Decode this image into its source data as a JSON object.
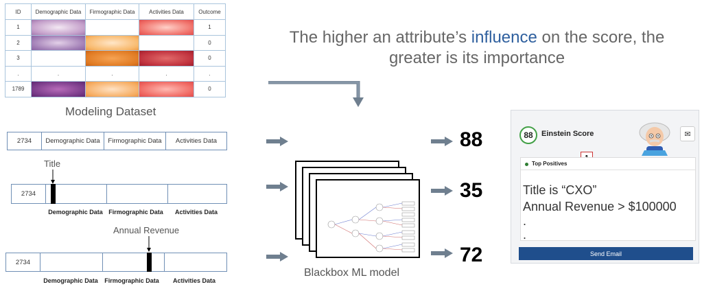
{
  "table": {
    "headers": [
      "ID",
      "Demographic Data",
      "Firmographic Data",
      "Activities Data",
      "Outcome"
    ],
    "rows": [
      {
        "id": "1",
        "demo": "p1",
        "firmo": "",
        "act": "r1",
        "outcome": "1"
      },
      {
        "id": "2",
        "demo": "p2",
        "firmo": "o1",
        "act": "",
        "outcome": "0"
      },
      {
        "id": "3",
        "demo": "",
        "firmo": "o2",
        "act": "r2",
        "outcome": "0"
      },
      {
        "id": ".",
        "demo": ".",
        "firmo": ".",
        "act": ".",
        "outcome": "."
      },
      {
        "id": "1789",
        "demo": "p3",
        "firmo": "o3",
        "act": "r3",
        "outcome": "0"
      }
    ]
  },
  "caption": "Modeling Dataset",
  "record1": {
    "id": "2734",
    "cols": [
      "Demographic Data",
      "Firmographic Data",
      "Activities Data"
    ]
  },
  "record2": {
    "id": "2734",
    "marker_label": "Title",
    "labels": [
      "Demographic Data",
      "Firmographic Data",
      "Activities Data"
    ]
  },
  "record3": {
    "id": "2734",
    "marker_label": "Annual Revenue",
    "labels": [
      "Demographic Data",
      "Firmographic Data",
      "Activities Data"
    ]
  },
  "headline": {
    "part1": "The higher an attribute’s ",
    "highlight": "influence",
    "part2": " on the score, the",
    "line2": "greater is its importance",
    "highlight_color": "#2e5f9e"
  },
  "model_label": "Blackbox ML model",
  "scores": [
    "88",
    "35",
    "72"
  ],
  "card": {
    "score": "88",
    "title": "Einstein Score",
    "badge": "1",
    "section": "Top Positives",
    "line1": "Title is “CXO”",
    "line2": "Annual Revenue > $100000",
    "dot1": ".",
    "dot2": ".",
    "button": "Send Email"
  }
}
